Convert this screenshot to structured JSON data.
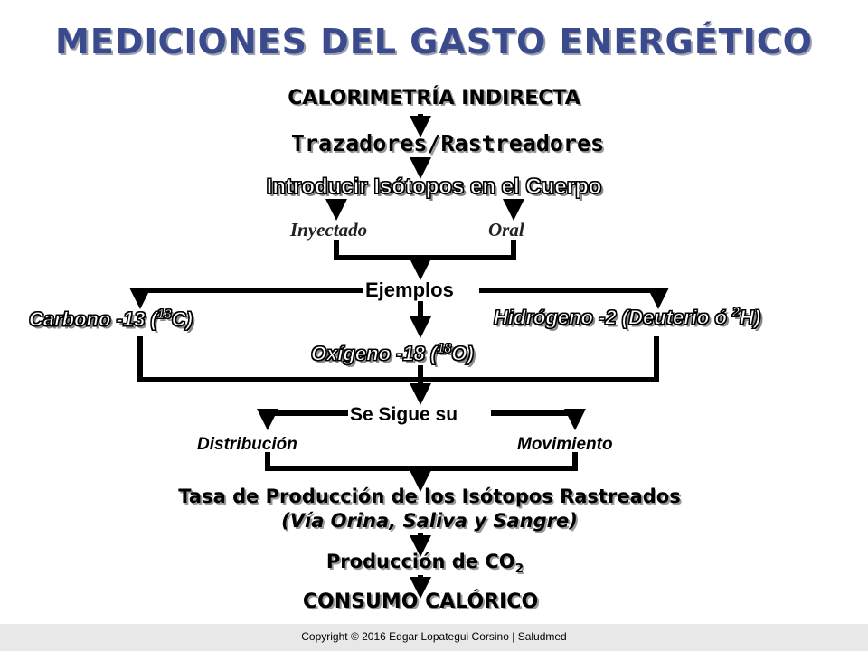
{
  "title": "MEDICIONES DEL GASTO ENERGÉTICO",
  "steps": {
    "calorimetria": "CALORIMETRÍA INDIRECTA",
    "trazadores": "Trazadores/Rastreadores",
    "introducir": "Introducir Isótopos en el Cuerpo",
    "inyectado": "Inyectado",
    "oral": "Oral",
    "ejemplos": "Ejemplos",
    "carbono_text": "Carbono -13 (",
    "carbono_sup": "13",
    "carbono_el": "C)",
    "hidrogeno_text": "Hidrógeno -2 (Deuterio ó ",
    "hidrogeno_sup": "2",
    "hidrogeno_el": "H)",
    "oxigeno_text": "Oxígeno -18 (",
    "oxigeno_sup": "18",
    "oxigeno_el": "O)",
    "se_sigue": "Se Sigue su",
    "distribucion": "Distribución",
    "movimiento": "Movimiento",
    "tasa_line1": "Tasa de Producción de los Isótopos Rastreados",
    "tasa_line2": "(Vía Orina, Saliva y Sangre)",
    "produccion_text": "Producción de CO",
    "produccion_sub": "2",
    "consumo": "CONSUMO CALÓRICO"
  },
  "footer": "Copyright © 2016 Edgar Lopategui Corsino | Saludmed",
  "colors": {
    "title": "#3a4a8c",
    "footer_bg": "#e8e8e8",
    "lines": "#000000"
  }
}
